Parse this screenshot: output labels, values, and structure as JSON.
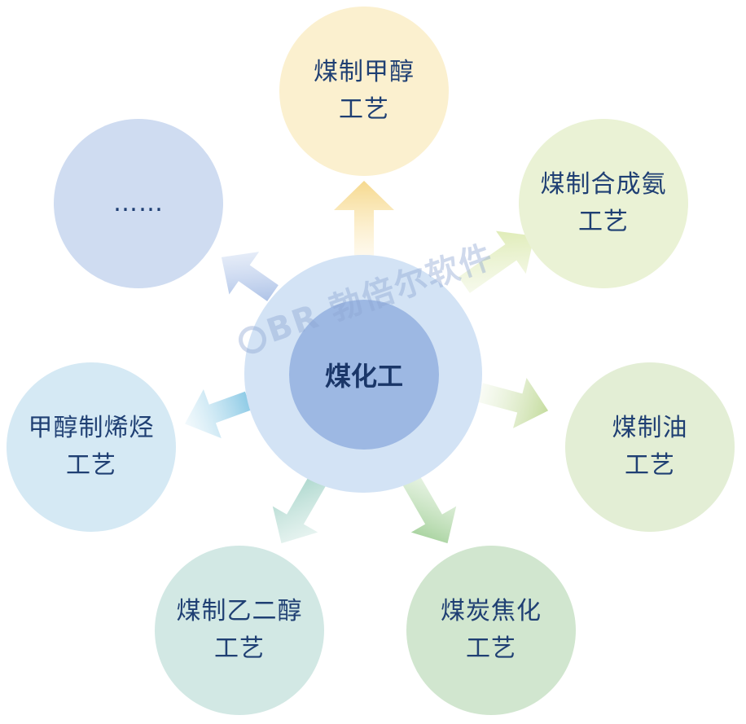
{
  "center": {
    "label": "煤化工",
    "color": "#9db8e3",
    "halo_color": "#d3e3f5"
  },
  "nodes": [
    {
      "id": "methanol",
      "lines": [
        "煤制甲醇",
        "工艺"
      ],
      "color": "#fbf0cf"
    },
    {
      "id": "ammonia",
      "lines": [
        "煤制合成氨",
        "工艺"
      ],
      "color": "#eaf2d5"
    },
    {
      "id": "oil",
      "lines": [
        "煤制油",
        "工艺"
      ],
      "color": "#e3eed5"
    },
    {
      "id": "coking",
      "lines": [
        "煤炭焦化",
        "工艺"
      ],
      "color": "#d1e6cf"
    },
    {
      "id": "glycol",
      "lines": [
        "煤制乙二醇",
        "工艺"
      ],
      "color": "#d2e8e4"
    },
    {
      "id": "mto",
      "lines": [
        "甲醇制烯烃",
        "工艺"
      ],
      "color": "#d5e9f4"
    },
    {
      "id": "more",
      "lines": [
        "……"
      ],
      "color": "#cfdcf1"
    }
  ],
  "watermark": {
    "text": "BR 勃倍尔软件"
  }
}
